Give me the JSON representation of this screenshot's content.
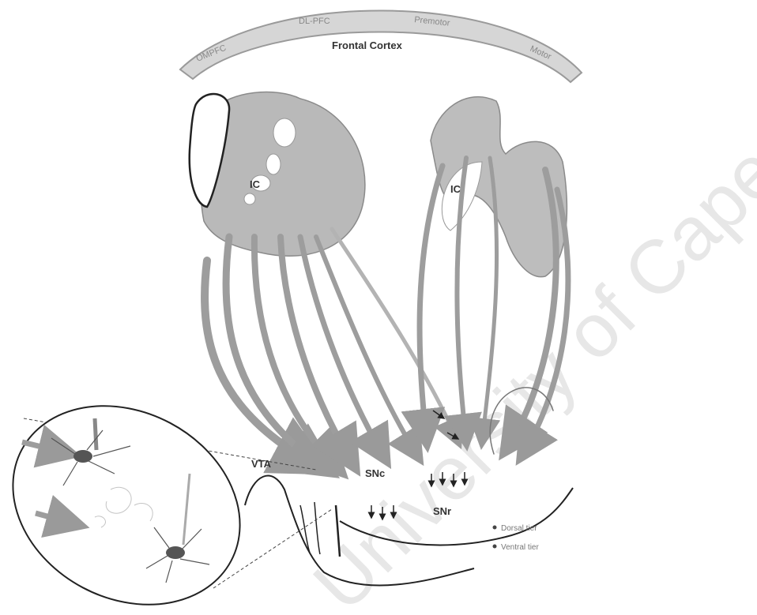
{
  "cortex": {
    "regions": [
      "OMPFC",
      "DL-PFC",
      "Premotor",
      "Motor"
    ],
    "label": "Frontal Cortex"
  },
  "structures": {
    "ic_left": "IC",
    "ic_right": "IC",
    "vta": "VTA",
    "snc": "SNc",
    "snr": "SNr"
  },
  "legend": [
    {
      "label": "Dorsal tier"
    },
    {
      "label": "Ventral tier"
    }
  ],
  "watermark": "University of Cape Town"
}
